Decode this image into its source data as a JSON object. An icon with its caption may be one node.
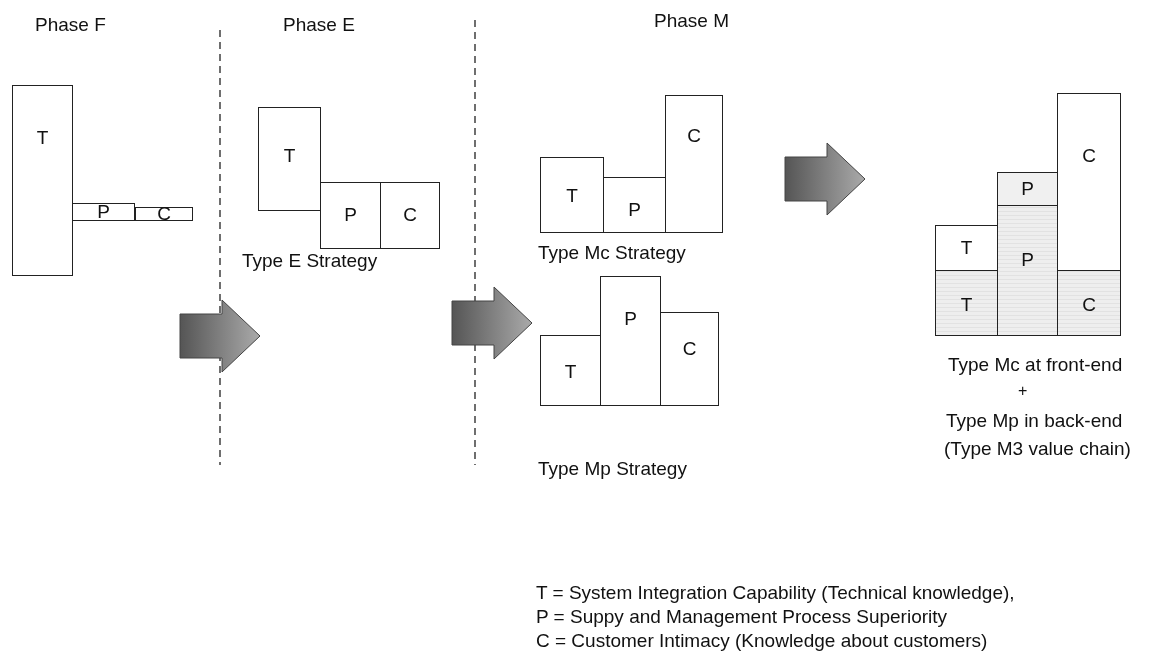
{
  "diagram": {
    "nodes": [
      {
        "text": [
          "T"
        ]
      },
      {
        "text": [
          "P"
        ]
      },
      {
        "text": [
          "C"
        ]
      },
      {
        "text": [
          "T"
        ]
      },
      {
        "text": [
          "P"
        ]
      },
      {
        "text": [
          "C"
        ]
      },
      {
        "text": [
          "T"
        ]
      },
      {
        "text": [
          "P"
        ]
      },
      {
        "text": [
          "C"
        ]
      },
      {
        "text": [
          "T"
        ]
      },
      {
        "text": [
          "P"
        ]
      },
      {
        "text": [
          "C"
        ]
      },
      {
        "text": [
          "T"
        ]
      },
      {
        "text": [
          "T"
        ]
      },
      {
        "text": [
          "P"
        ]
      },
      {
        "text": [
          "P"
        ]
      },
      {
        "text": [
          "C"
        ]
      },
      {
        "text": [
          "C"
        ]
      }
    ],
    "edges": [],
    "labels": [
      "Phase F",
      "Phase E",
      "Phase M",
      "Type E Strategy",
      "Type Mc Strategy",
      "Type Mp Strategy",
      "Type Mc at front-end",
      "+",
      "Type Mp in back-end",
      "(Type M3 value chain)",
      "T = System Integration Capability (Technical knowledge),",
      "P = Suppy and Management Process Superiority",
      "C = Customer Intimacy (Knowledge about customers)"
    ]
  }
}
